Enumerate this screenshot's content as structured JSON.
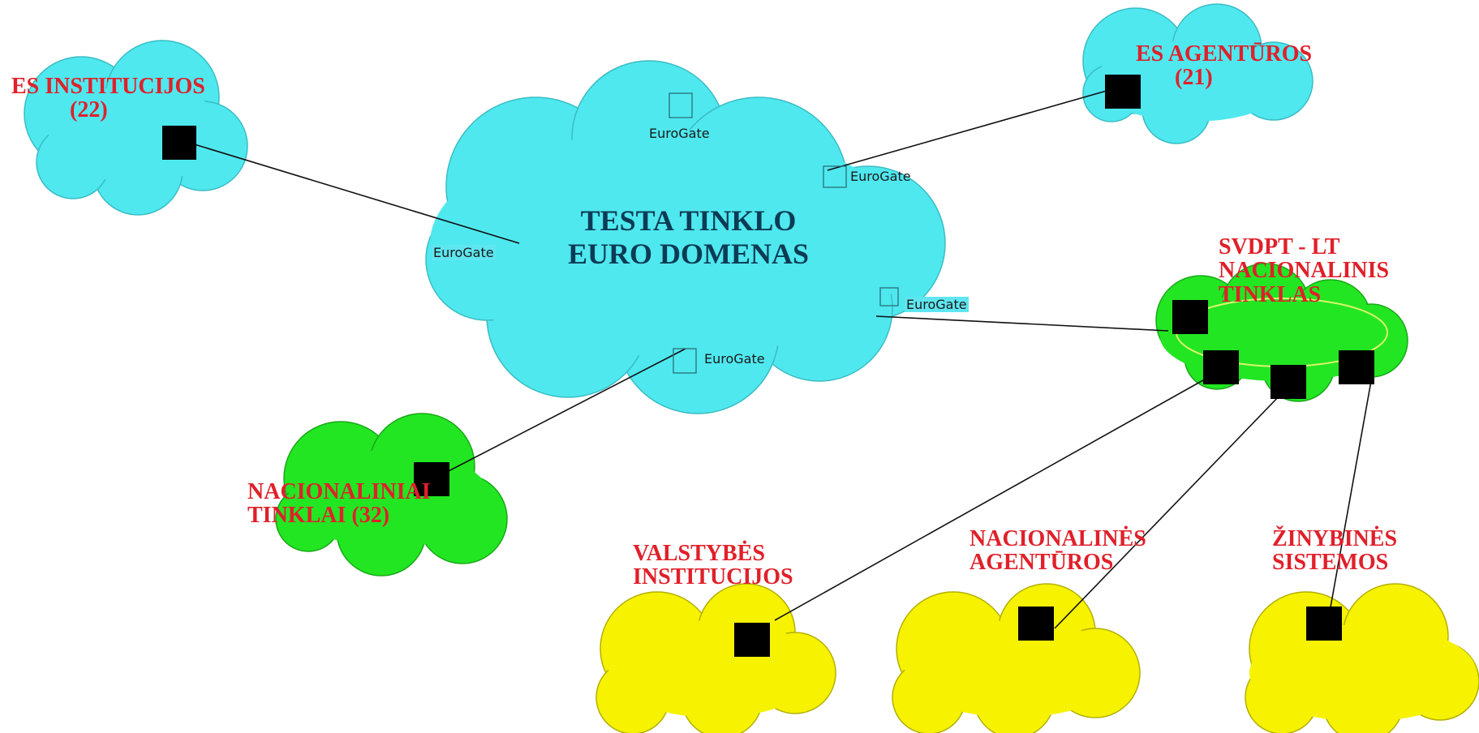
{
  "central": {
    "title_line1": "TESTA TINKLO",
    "title_line2": "EURO DOMENAS",
    "color": "#4fe8ef"
  },
  "eurogates": [
    "EuroGate",
    "EuroGate",
    "EuroGate",
    "EuroGate",
    "EuroGate"
  ],
  "es_institutions": {
    "line1": "ES INSTITUCIJOS",
    "line2": "(22)",
    "color": "#4fe8ef"
  },
  "es_agencies": {
    "line1": "ES AGENTŪROS",
    "line2": "(21)",
    "color": "#4fe8ef"
  },
  "national_networks": {
    "line1": "NACIONALINIAI",
    "line2": "TINKLAI  (32)",
    "color": "#22e622"
  },
  "svdpt": {
    "line1": "SVDPT  -  LT",
    "line2": "NACIONALINIS",
    "line3": "TINKLAS",
    "color": "#22e622"
  },
  "state_institutions": {
    "line1": "VALSTYBĖS",
    "line2": "INSTITUCIJOS",
    "color": "#f6f200"
  },
  "national_agencies": {
    "line1": "NACIONALINĖS",
    "line2": "AGENTŪROS",
    "color": "#f6f200"
  },
  "departmental_systems": {
    "line1": "ŽINYBINĖS",
    "line2": "SISTEMOS",
    "color": "#f6f200"
  },
  "colors": {
    "label_red": "#e0202a",
    "node_black": "#000000",
    "title_navy": "#0d3b54"
  }
}
